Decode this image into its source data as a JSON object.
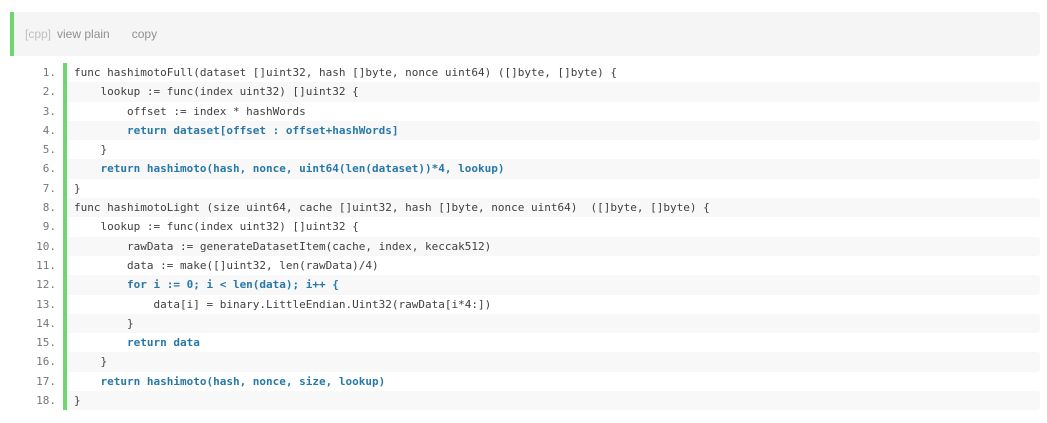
{
  "toolbar": {
    "language_tag": "[cpp]",
    "view_plain_label": "view plain",
    "copy_label": "copy"
  },
  "code": {
    "lines": [
      {
        "num": "1.",
        "text": "func hashimotoFull(dataset []uint32, hash []byte, nonce uint64) ([]byte, []byte) {",
        "highlighted": false
      },
      {
        "num": "2.",
        "text": "    lookup := func(index uint32) []uint32 {",
        "highlighted": false
      },
      {
        "num": "3.",
        "text": "        offset := index * hashWords",
        "highlighted": false
      },
      {
        "num": "4.",
        "text": "        return dataset[offset : offset+hashWords]",
        "highlighted": true
      },
      {
        "num": "5.",
        "text": "    }",
        "highlighted": false
      },
      {
        "num": "6.",
        "text": "    return hashimoto(hash, nonce, uint64(len(dataset))*4, lookup)",
        "highlighted": true
      },
      {
        "num": "7.",
        "text": "}",
        "highlighted": false
      },
      {
        "num": "8.",
        "text": "func hashimotoLight (size uint64, cache []uint32, hash []byte, nonce uint64)  ([]byte, []byte) {",
        "highlighted": false
      },
      {
        "num": "9.",
        "text": "    lookup := func(index uint32) []uint32 {",
        "highlighted": false
      },
      {
        "num": "10.",
        "text": "        rawData := generateDatasetItem(cache, index, keccak512)",
        "highlighted": false
      },
      {
        "num": "11.",
        "text": "        data := make([]uint32, len(rawData)/4)",
        "highlighted": false
      },
      {
        "num": "12.",
        "text": "        for i := 0; i < len(data); i++ {",
        "highlighted": true
      },
      {
        "num": "13.",
        "text": "            data[i] = binary.LittleEndian.Uint32(rawData[i*4:])",
        "highlighted": false
      },
      {
        "num": "14.",
        "text": "        }",
        "highlighted": false
      },
      {
        "num": "15.",
        "text": "        return data",
        "highlighted": true
      },
      {
        "num": "16.",
        "text": "    }",
        "highlighted": false
      },
      {
        "num": "17.",
        "text": "    return hashimoto(hash, nonce, size, lookup)",
        "highlighted": true
      },
      {
        "num": "18.",
        "text": "}",
        "highlighted": false
      }
    ]
  },
  "colors": {
    "accent_green": "#6fd66f",
    "highlight_blue": "#2878a8",
    "code_text": "#3f3f3f",
    "line_number": "#777777",
    "alt_row_bg": "#f8f8f8",
    "toolbar_bg": "#f5f5f5",
    "toolbar_link": "#909090",
    "language_tag": "#c0c0c0"
  }
}
